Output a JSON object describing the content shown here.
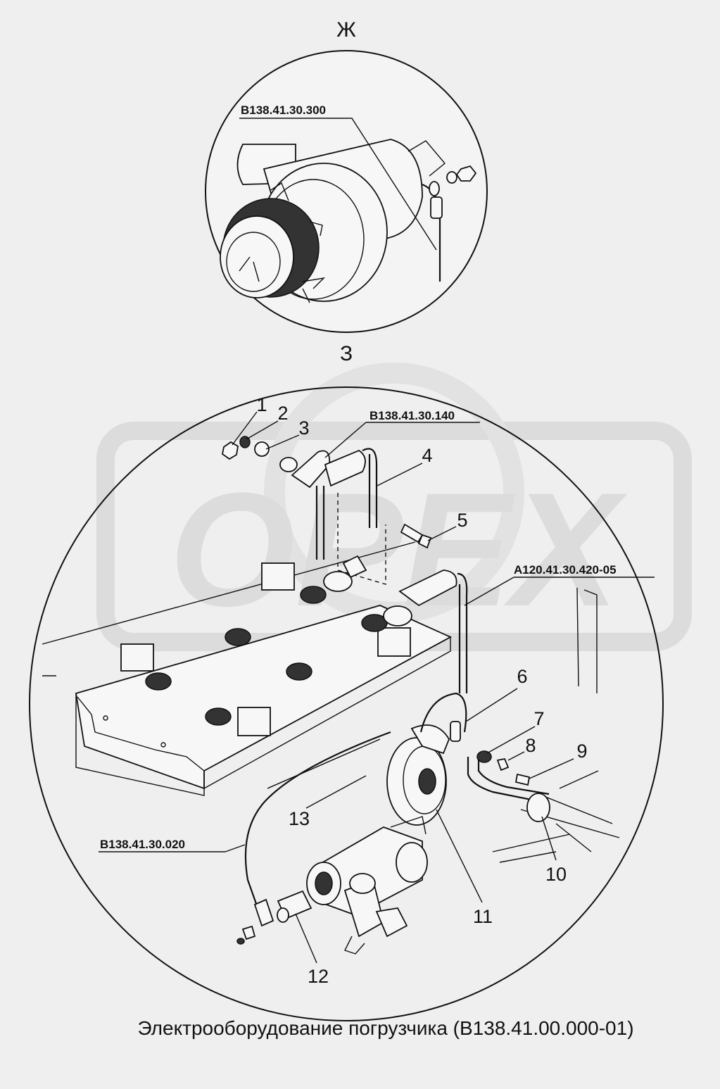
{
  "views": {
    "detail_zh": {
      "label": "Ж",
      "part_number": "В138.41.30.300"
    },
    "detail_z": {
      "label": "З",
      "part_numbers": {
        "harness_top": "В138.41.30.140",
        "harness_right": "А120.41.30.420-05",
        "harness_left": "В138.41.30.020"
      },
      "callouts": [
        "1",
        "2",
        "3",
        "4",
        "5",
        "6",
        "7",
        "8",
        "9",
        "10",
        "11",
        "12",
        "13"
      ]
    }
  },
  "watermark": {
    "text": "OPEX",
    "color": "#dcdcdc"
  },
  "caption": "Электрооборудование погрузчика (В138.41.00.000-01)"
}
